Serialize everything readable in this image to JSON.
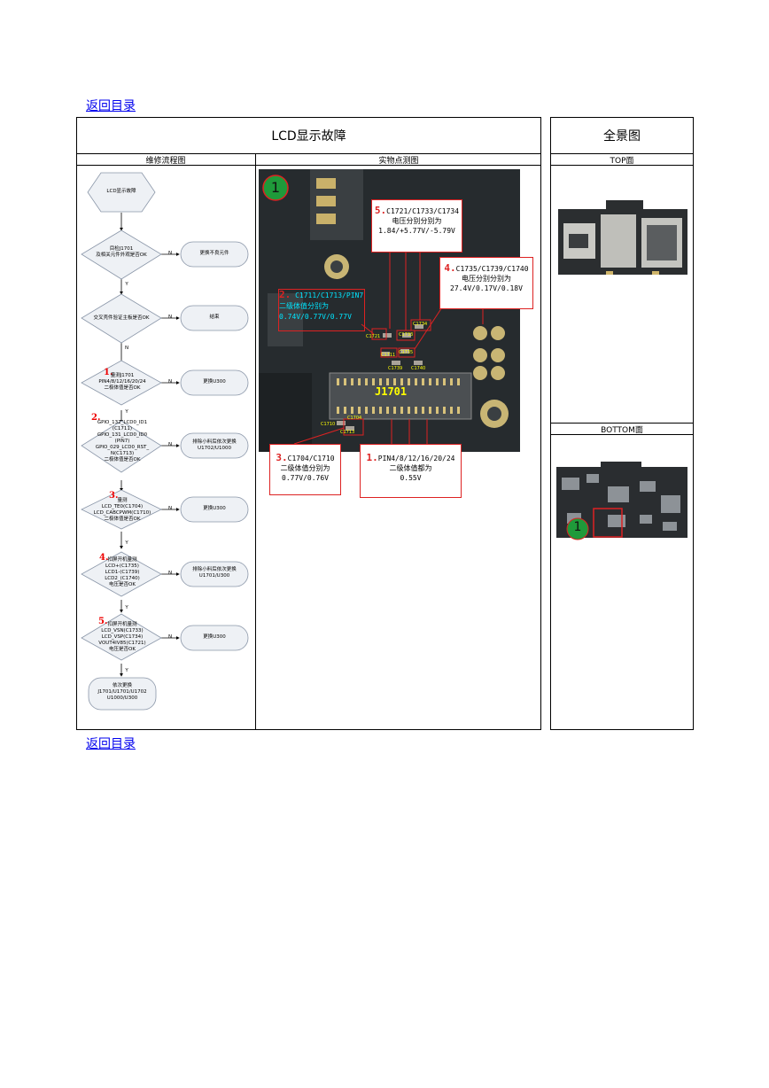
{
  "nav": {
    "back_top": "返回目录",
    "back_bottom": "返回目录"
  },
  "header": {
    "main_title": "LCD显示故障",
    "side_title": "全景图"
  },
  "subheaders": {
    "flow": "维修流程图",
    "measure": "实物点测图",
    "top": "TOP面",
    "bottom": "BOTTOM面"
  },
  "flowchart": {
    "start": "LCD显示故障",
    "steps": [
      {
        "num": "",
        "text": "目检J1701\n及相关元件外观是否OK",
        "action": "更换不良元件"
      },
      {
        "num": "",
        "text": "交叉壳件验证主板是否OK",
        "action": "结束"
      },
      {
        "num": "1.",
        "text": "量测J1701\nPIN4/8/12/16/20/24\n二极体值是否OK",
        "action": "更换U300"
      },
      {
        "num": "2.",
        "text": "GPIO_132_LCD0_ID1\n(C1711)\nGPIO_131_LCD0_ID0\n(PIN7)\nGPIO_029_LCD0_RST_\nN(C1713)\n二极体值是否OK",
        "action": "排除小料后依次更换\nU1702/U1000"
      },
      {
        "num": "3.",
        "text": "量测\nLCD_TE0(C1704)\nLCD_CABCPWM(C1710)\n二极体值是否OK",
        "action": "更换U300"
      },
      {
        "num": "4.",
        "text": "扣屏开机量测\nLCD+(C1735)\nLCD1-(C1739)\nLCD2_(C1740)\n电压是否OK",
        "action": "排除小料后依次更换\nU1701/U300"
      },
      {
        "num": "5.",
        "text": "扣屏开机量测\nLCD_VSN(C1733)\nLCD_VSP(C1734)\nVOUT4IV85(C1721)\n电压是否OK",
        "action": "更换U300"
      }
    ],
    "end": "依次更换\nJ1701/U1701/U1702\nU1000/U300",
    "yes": "Y",
    "no": "N"
  },
  "photo": {
    "marker": "1",
    "connector": "J1701",
    "callouts": [
      {
        "num": "5.",
        "line1": "C1721/C1733/C1734",
        "line2": "电压分别分别为",
        "line3": "1.84/+5.77V/-5.79V"
      },
      {
        "num": "4.",
        "line1": "C1735/C1739/C1740",
        "line2": "电压分别分别为",
        "line3": "27.4V/0.17V/0.18V"
      },
      {
        "num": "2.",
        "line1": "C1711/C1713/PIN7",
        "line2": "二级体值分别为",
        "line3": "0.74V/0.77V/0.77V"
      },
      {
        "num": "3.",
        "line1": "C1704/C1710",
        "line2": "二级体值分别为",
        "line3": "0.77V/0.76V"
      },
      {
        "num": "1.",
        "line1": "PIN4/8/12/16/20/24",
        "line2": "二级体值都为",
        "line3": "0.55V"
      }
    ],
    "labels": [
      "C1721",
      "C1733",
      "C1734",
      "C1711",
      "C1735",
      "C1739",
      "C1740",
      "C1710",
      "C1704",
      "C1713"
    ]
  },
  "bottom_marker": "1",
  "colors": {
    "accent_red": "#dd2222",
    "link_blue": "#0000ee",
    "marker_green": "#1f9a3a",
    "label_yellow": "#ffff00",
    "callout_cyan": "#00e5ff"
  }
}
